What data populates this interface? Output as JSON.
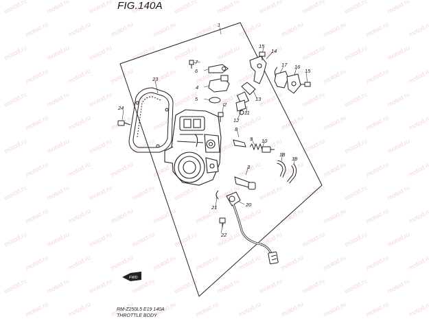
{
  "figure": {
    "title": "FIG.140A",
    "caption_code": "RM-Z250L5 E19 140A",
    "caption_name": "THROTTLE BODY"
  },
  "watermark": {
    "text": "motod.ru",
    "color": "#e8a0a0"
  },
  "fwd_marker": {
    "label": "FWD"
  },
  "callouts": {
    "c1": "1",
    "c2": "2",
    "c3": "3",
    "c4": "4",
    "c5": "5",
    "c6": "6",
    "c7": "7",
    "c8": "8",
    "c9": "9",
    "c10": "10",
    "c11": "11",
    "c12": "12",
    "c13": "13",
    "c14": "14",
    "c15a": "15",
    "c15b": "15",
    "c16": "16",
    "c17": "17",
    "c18": "18",
    "c19": "19",
    "c20": "20",
    "c21": "21",
    "c22": "22",
    "c23": "23",
    "c24": "24"
  }
}
